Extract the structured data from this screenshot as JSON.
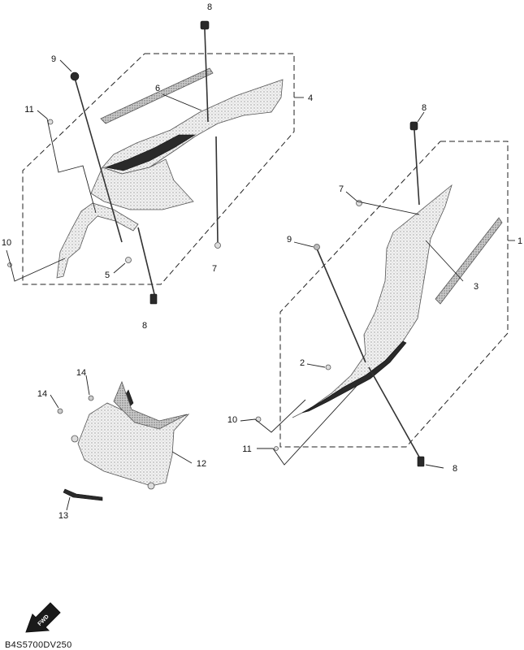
{
  "diagram_code": "B4S5700DV250",
  "front_marker": "FWD",
  "colors": {
    "line": "#222222",
    "part_fill": "#e9e9e9",
    "part_dark": "#2a2a2a"
  },
  "callouts": {
    "c1": "1",
    "c2": "2",
    "c3": "3",
    "c4": "4",
    "c5": "5",
    "c6": "6",
    "c7a": "7",
    "c7b": "7",
    "c8a": "8",
    "c8b": "8",
    "c8c": "8",
    "c8d": "8",
    "c9a": "9",
    "c9b": "9",
    "c10a": "10",
    "c10b": "10",
    "c11a": "11",
    "c11b": "11",
    "c12": "12",
    "c13": "13",
    "c14a": "14",
    "c14b": "14"
  }
}
